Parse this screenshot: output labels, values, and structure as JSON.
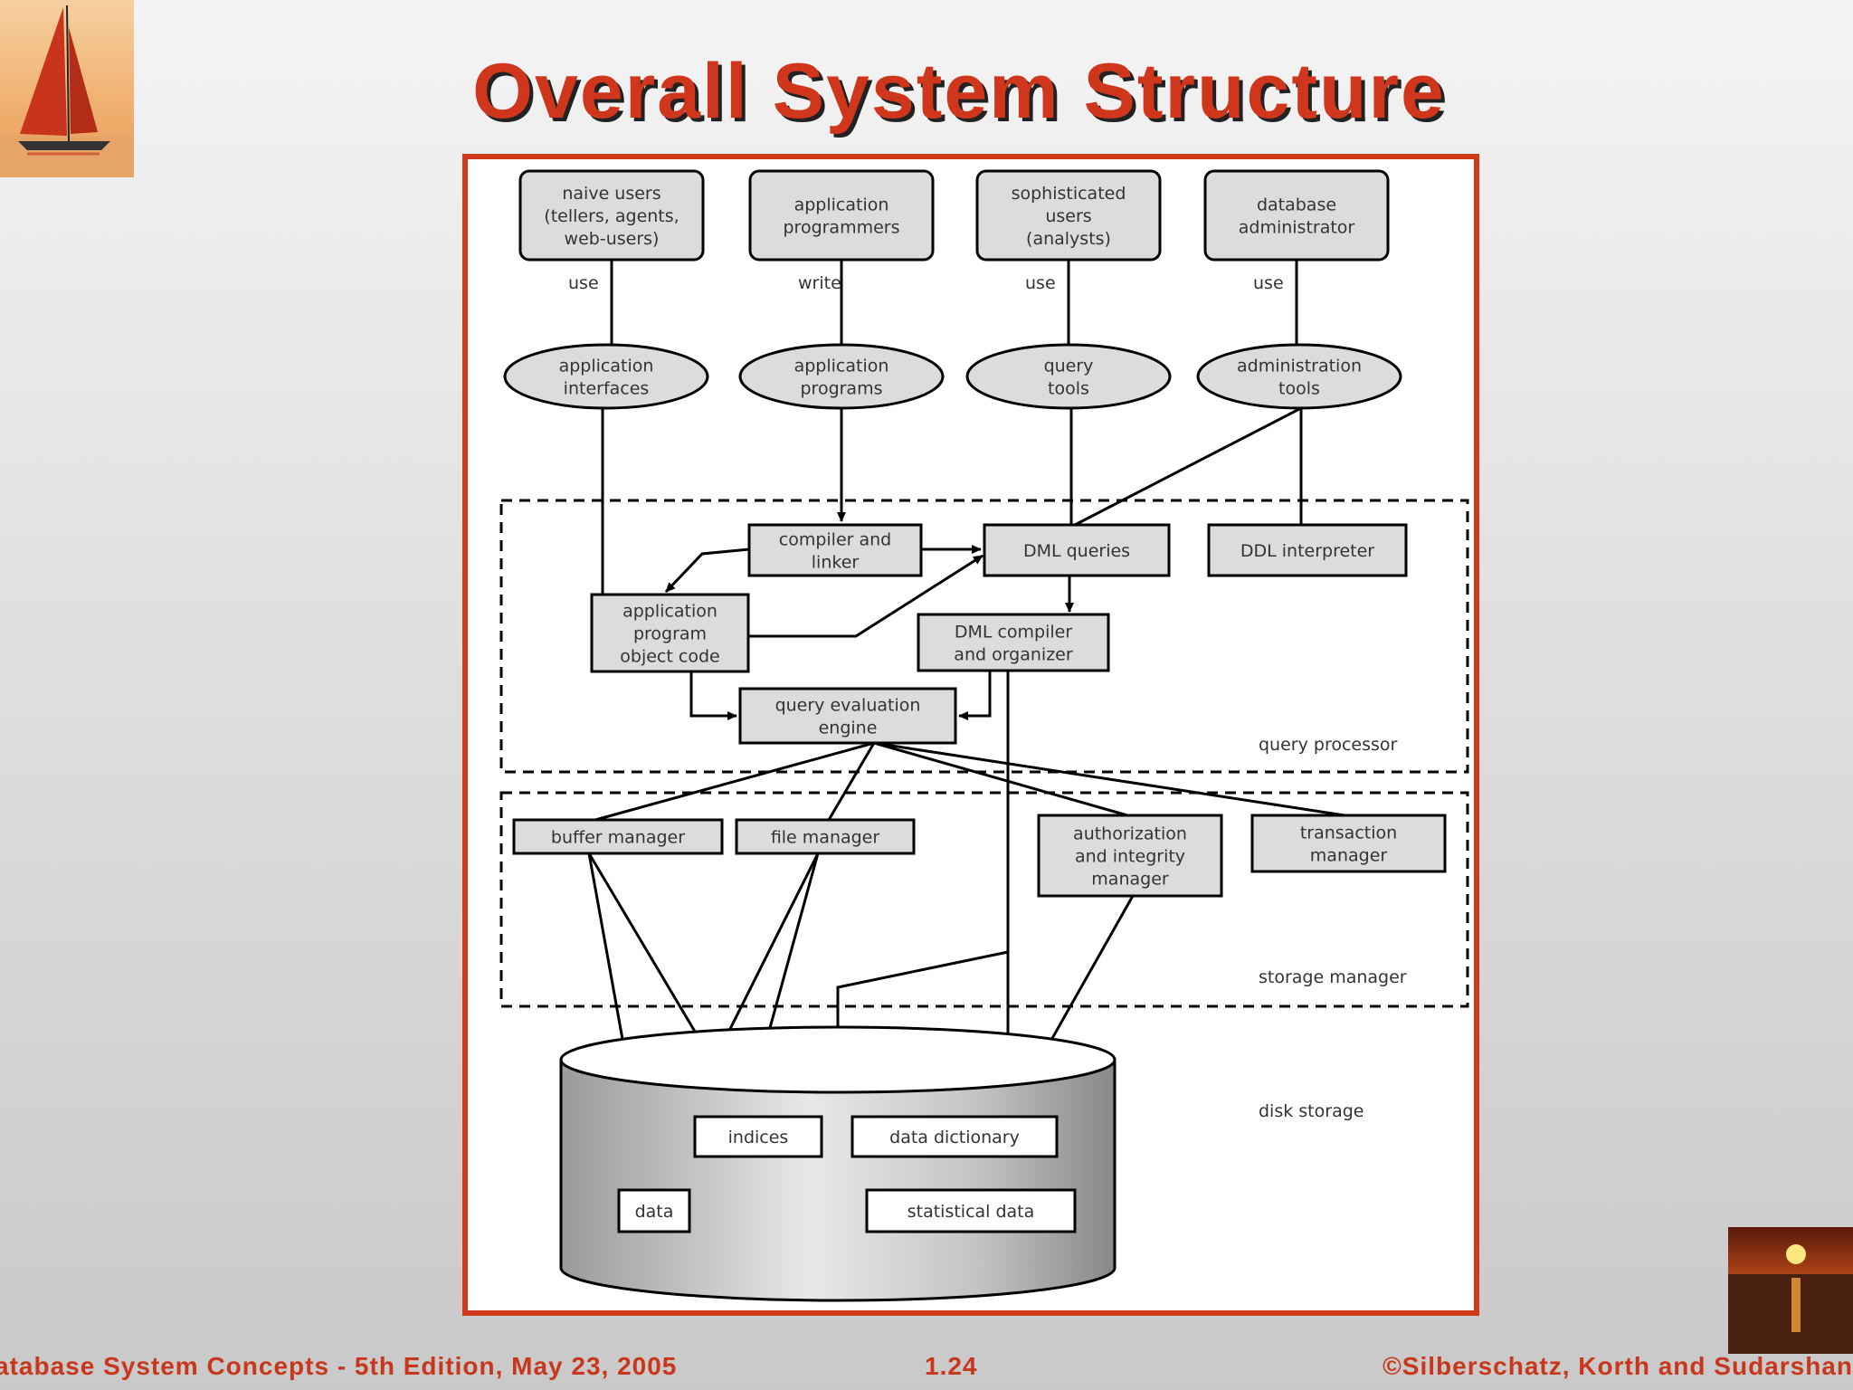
{
  "slide": {
    "title": "Overall System Structure",
    "footer_left": "atabase System Concepts - 5th Edition, May 23,  2005",
    "footer_mid": "1.24",
    "footer_right": "©Silberschatz, Korth and Sudarshan"
  },
  "diagram": {
    "users": [
      {
        "lines": [
          "naive users",
          "(tellers, agents,",
          "web-users)"
        ],
        "verb": "use"
      },
      {
        "lines": [
          "application",
          "programmers"
        ],
        "verb": "write"
      },
      {
        "lines": [
          "sophisticated",
          "users",
          "(analysts)"
        ],
        "verb": "use"
      },
      {
        "lines": [
          "database",
          "administrator"
        ],
        "verb": "use"
      }
    ],
    "tools": [
      [
        "application",
        "interfaces"
      ],
      [
        "application",
        "programs"
      ],
      [
        "query",
        "tools"
      ],
      [
        "administration",
        "tools"
      ]
    ],
    "query_processor": {
      "label": "query processor",
      "compiler_linker": [
        "compiler and",
        "linker"
      ],
      "dml_queries": [
        "DML queries"
      ],
      "ddl_interpreter": [
        "DDL interpreter"
      ],
      "app_object_code": [
        "application",
        "program",
        "object code"
      ],
      "dml_compiler": [
        "DML compiler",
        "and organizer"
      ],
      "query_engine": [
        "query evaluation",
        "engine"
      ]
    },
    "storage_manager": {
      "label": "storage manager",
      "buffer_manager": [
        "buffer manager"
      ],
      "file_manager": [
        "file manager"
      ],
      "auth_integrity": [
        "authorization",
        "and integrity",
        "manager"
      ],
      "transaction": [
        "transaction",
        "manager"
      ]
    },
    "disk_storage": {
      "label": "disk storage",
      "indices": [
        "indices"
      ],
      "data_dictionary": [
        "data dictionary"
      ],
      "data": [
        "data"
      ],
      "statistical_data": [
        "statistical data"
      ]
    }
  }
}
